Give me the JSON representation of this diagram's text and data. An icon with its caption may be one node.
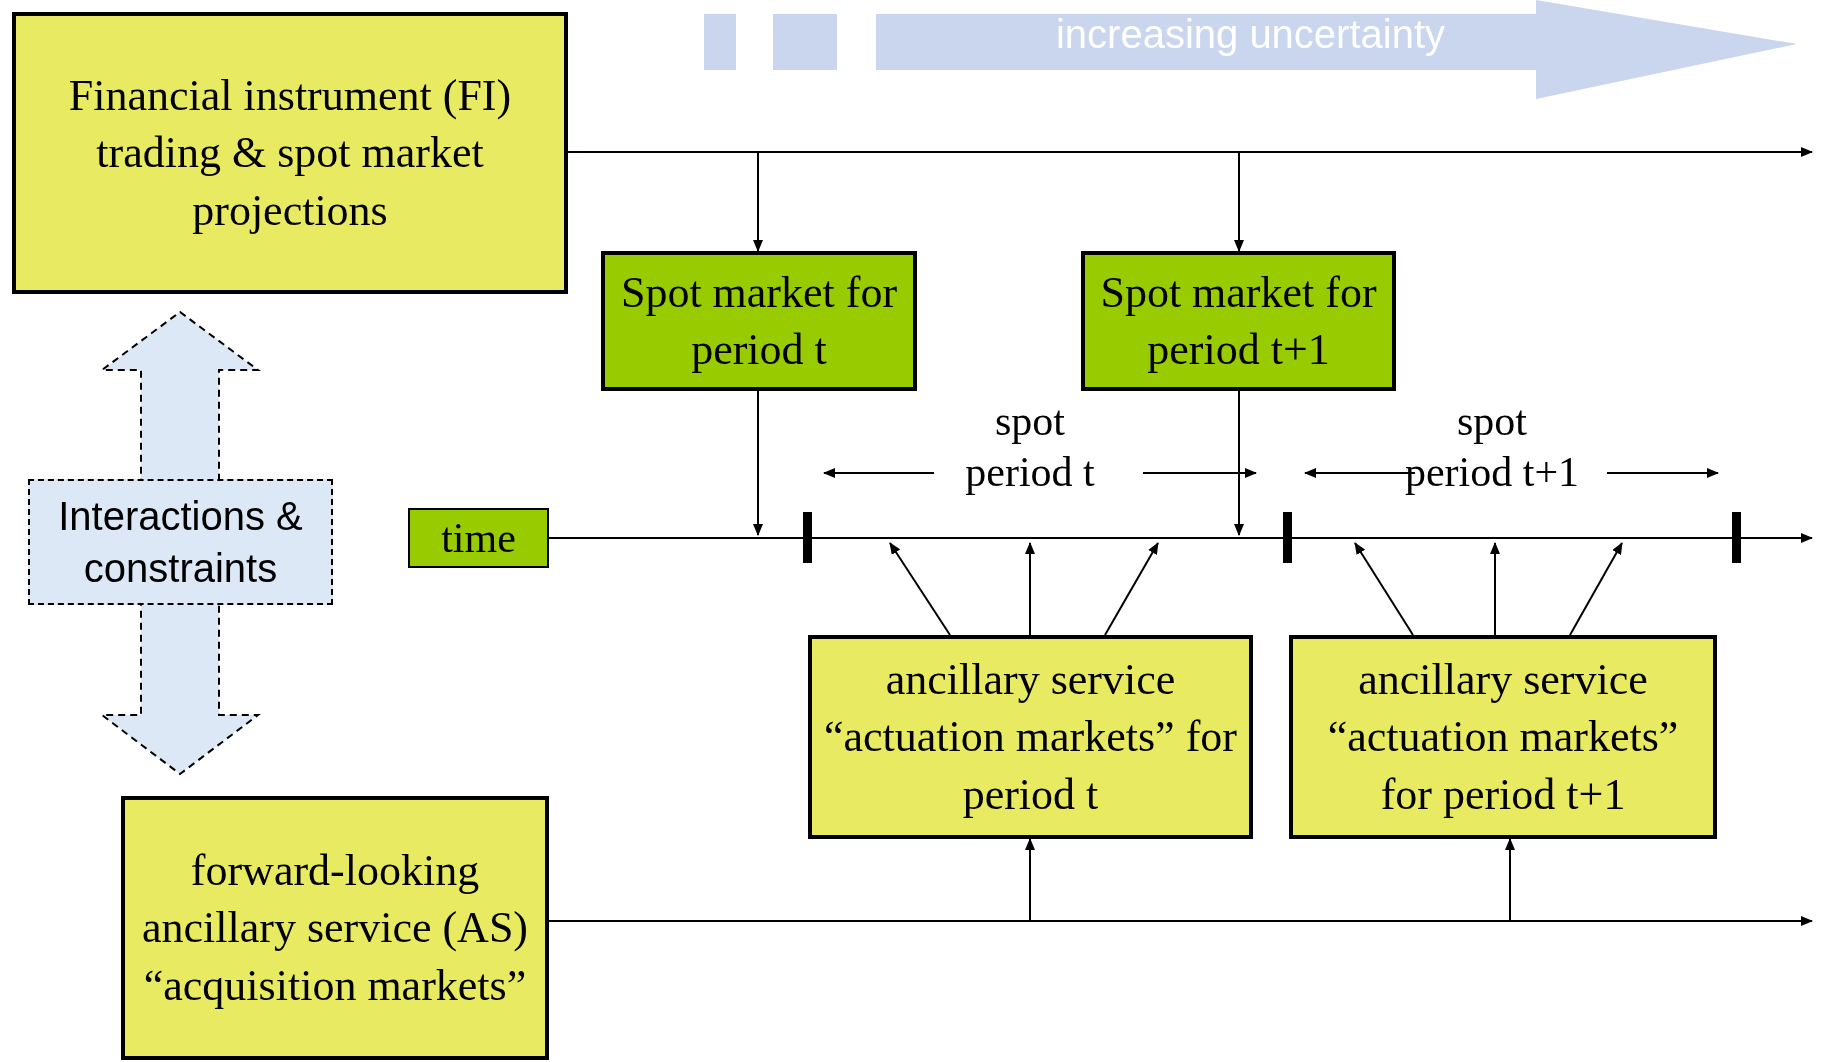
{
  "diagram": {
    "nodes": [
      {
        "text": [
          "Financial instrument (FI) trading & spot market projections"
        ]
      },
      {
        "text": [
          "increasing uncertainty"
        ]
      },
      {
        "text": [
          "Spot market for period t"
        ]
      },
      {
        "text": [
          "Spot market for period t+1"
        ]
      },
      {
        "text": [
          "Interactions & constraints"
        ]
      },
      {
        "text": [
          "time"
        ]
      },
      {
        "text": [
          "ancillary service “actuation markets” for period t"
        ]
      },
      {
        "text": [
          "ancillary service “actuation markets” for period t+1"
        ]
      },
      {
        "text": [
          "forward-looking ancillary service (AS) “acquisition markets”"
        ]
      }
    ],
    "edges": [
      {
        "from": 0,
        "to": 2,
        "arrow": "to"
      },
      {
        "from": 0,
        "to": 3,
        "arrow": "to"
      },
      {
        "from": 0,
        "to": null,
        "arrow": "to"
      },
      {
        "from": 2,
        "to": null,
        "arrow": "to"
      },
      {
        "from": 3,
        "to": null,
        "arrow": "to"
      },
      {
        "from": 5,
        "to": null,
        "arrow": "to"
      },
      {
        "from": 6,
        "to": null,
        "arrow": "to"
      },
      {
        "from": 6,
        "to": null,
        "arrow": "to"
      },
      {
        "from": 6,
        "to": null,
        "arrow": "to"
      },
      {
        "from": 7,
        "to": null,
        "arrow": "to"
      },
      {
        "from": 7,
        "to": null,
        "arrow": "to"
      },
      {
        "from": 7,
        "to": null,
        "arrow": "to"
      },
      {
        "from": 8,
        "to": 6,
        "arrow": "to"
      },
      {
        "from": 8,
        "to": 7,
        "arrow": "to"
      },
      {
        "from": 8,
        "to": null,
        "arrow": "to"
      },
      {
        "from": 0,
        "to": 8,
        "arrow": "both",
        "style": "dashed"
      }
    ],
    "labels": [
      "spot period t",
      "spot period t+1"
    ]
  }
}
